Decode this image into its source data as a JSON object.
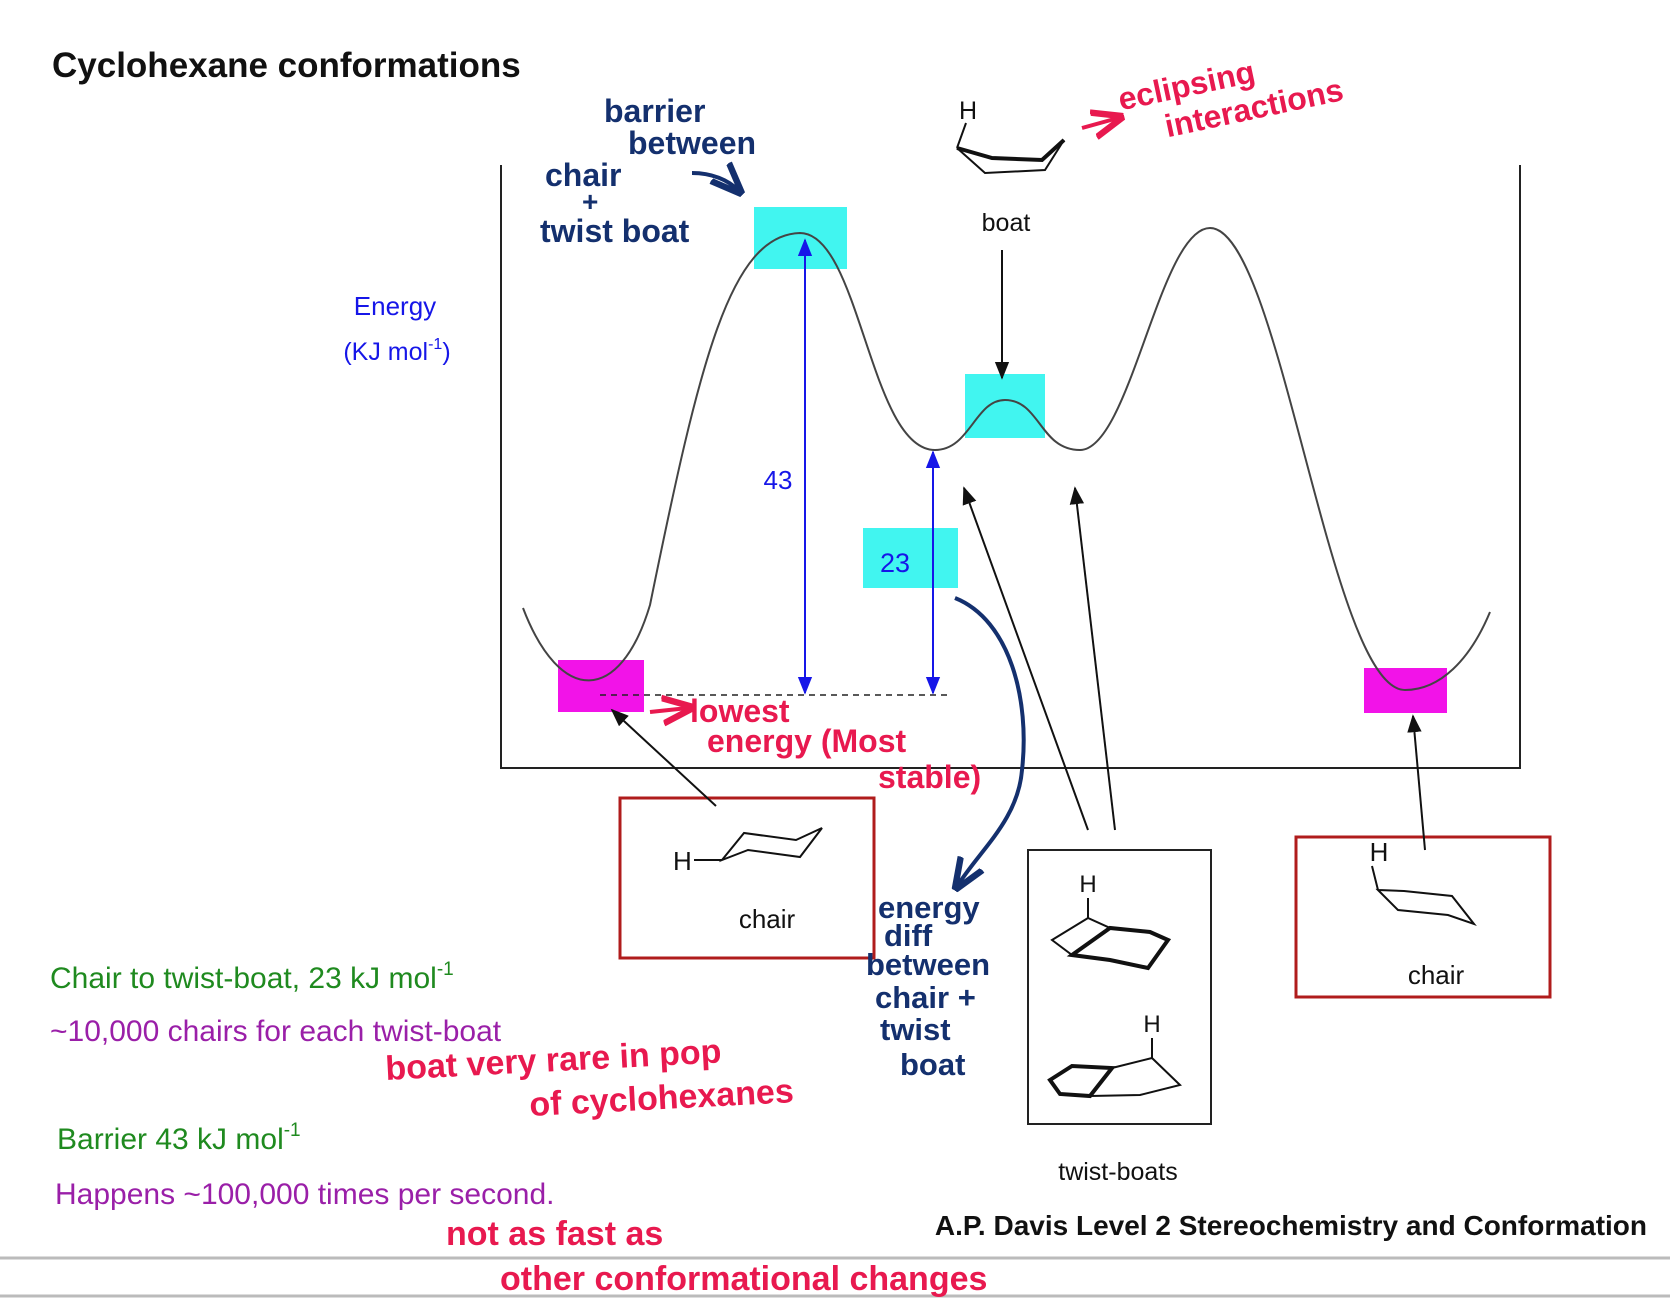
{
  "slide": {
    "title": "Cyclohexane conformations",
    "footer": "A.P. Davis Level 2 Stereochemistry and Conformation"
  },
  "axis": {
    "ylabel_line1": "Energy",
    "ylabel_line2_pre": "(KJ mol",
    "ylabel_line2_sup": "-1",
    "ylabel_line2_post": ")"
  },
  "diagram": {
    "label_43": "43",
    "label_23": "23",
    "boat_label": "boat",
    "boat_h": "H",
    "chair_left_label": "chair",
    "chair_left_h": "H",
    "chair_right_label": "chair",
    "chair_right_h": "H",
    "twist_label": "twist-boats",
    "twist_h1": "H",
    "twist_h2": "H"
  },
  "notes": {
    "line1_pre": "Chair to twist-boat, 23 kJ mol",
    "line1_sup": "-1",
    "line2": "~10,000 chairs for each twist-boat",
    "line3_pre": "Barrier 43  kJ mol",
    "line3_sup": "-1",
    "line4": "Happens ~100,000 times per second."
  },
  "annotations": {
    "barrier_1": "barrier",
    "barrier_2": "between",
    "barrier_3": "chair",
    "barrier_4": "+",
    "barrier_5": "twist boat",
    "eclipsing_1": "eclipsing",
    "eclipsing_2": "interactions",
    "lowest_1": "lowest",
    "lowest_2": "energy (Most",
    "lowest_3": "stable)",
    "ediff_1": "energy",
    "ediff_2": "diff",
    "ediff_3": "between",
    "ediff_4": "chair +",
    "ediff_5": "twist",
    "ediff_6": "boat",
    "rare_1": "boat very rare in pop",
    "rare_2": "of cyclohexanes",
    "notfast_1": "not as fast as",
    "notfast_2": "other conformational changes"
  },
  "colors": {
    "cyan_highlight": "#41f5f0",
    "magenta_highlight": "#f213e8",
    "blue_axis": "#1616e8",
    "green_text": "#1f8a1f",
    "purple_text": "#9a1fa8",
    "navy_ink": "#14306e",
    "red_ink": "#e8194f",
    "box_red": "#b01c1c"
  }
}
